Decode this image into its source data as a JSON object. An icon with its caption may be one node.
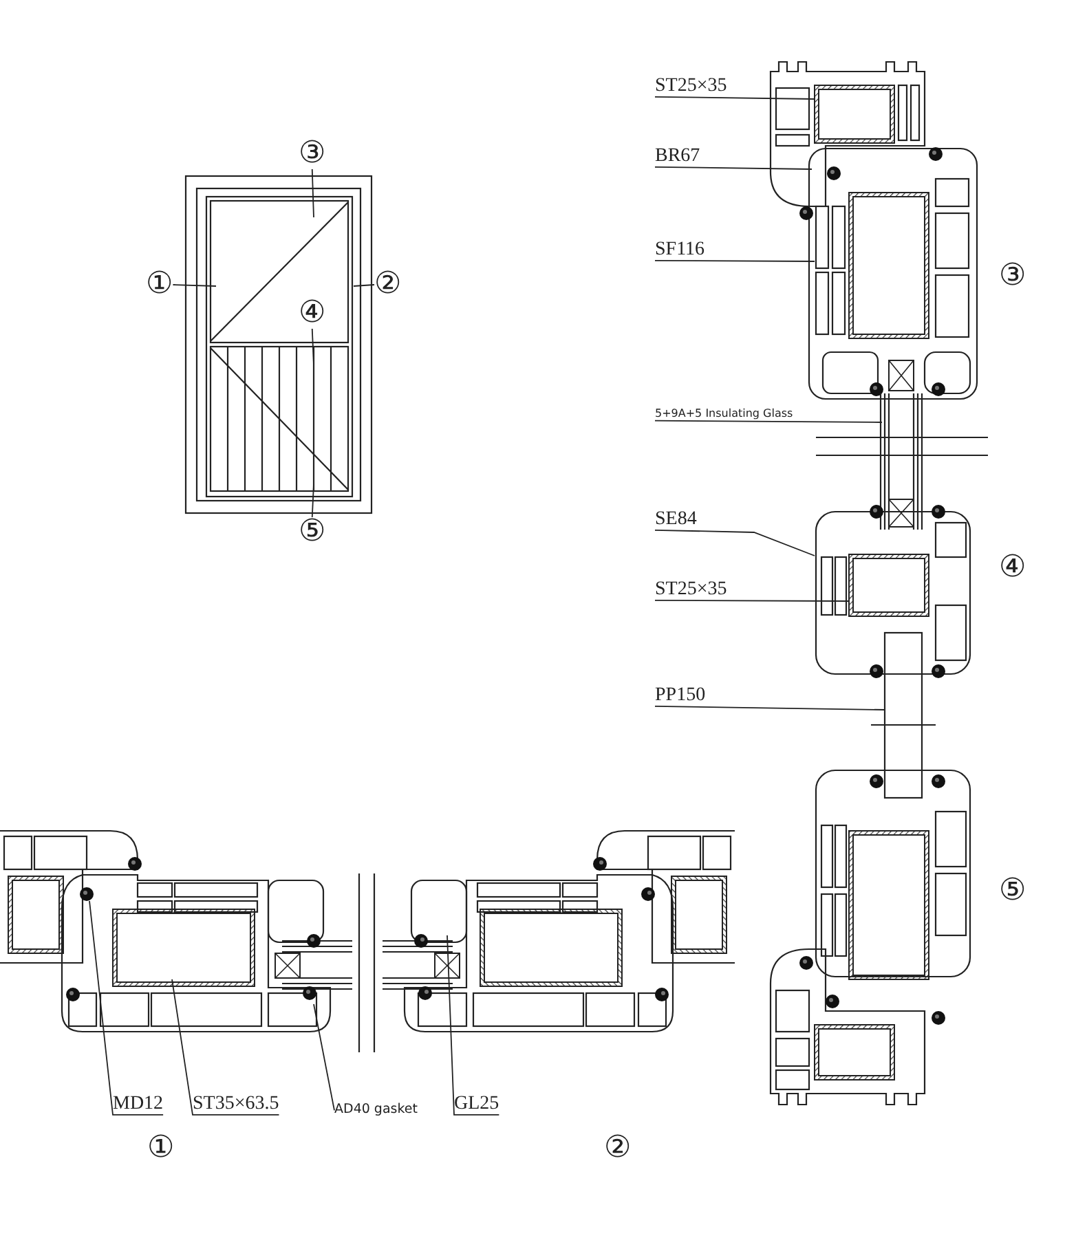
{
  "diagram": {
    "nodes": [
      {
        "text": [
          "③"
        ]
      },
      {
        "text": [
          "①"
        ]
      },
      {
        "text": [
          "②"
        ]
      },
      {
        "text": [
          "④"
        ]
      },
      {
        "text": [
          "⑤"
        ]
      },
      {
        "text": [
          "ST25×35"
        ]
      },
      {
        "text": [
          "BR67"
        ]
      },
      {
        "text": [
          "SF116"
        ]
      },
      {
        "text": [
          "5+9A+5 Insulating Glass"
        ]
      },
      {
        "text": [
          "SE84"
        ]
      },
      {
        "text": [
          "ST25×35"
        ]
      },
      {
        "text": [
          "PP150"
        ]
      },
      {
        "text": [
          "MD12"
        ]
      },
      {
        "text": [
          "ST35×63.5"
        ]
      },
      {
        "text": [
          "AD40 gasket"
        ]
      },
      {
        "text": [
          "GL25"
        ]
      }
    ],
    "edges": [
      {
        "from": 0,
        "to": null,
        "arrow": "none"
      },
      {
        "from": 1,
        "to": null,
        "arrow": "none"
      },
      {
        "from": 2,
        "to": null,
        "arrow": "none"
      },
      {
        "from": 3,
        "to": null,
        "arrow": "none"
      },
      {
        "from": 4,
        "to": null,
        "arrow": "none"
      },
      {
        "from": 5,
        "to": null,
        "arrow": "none"
      },
      {
        "from": 6,
        "to": null,
        "arrow": "none"
      },
      {
        "from": 7,
        "to": null,
        "arrow": "none"
      },
      {
        "from": 8,
        "to": null,
        "arrow": "none"
      },
      {
        "from": 9,
        "to": null,
        "arrow": "none"
      },
      {
        "from": 10,
        "to": null,
        "arrow": "none"
      },
      {
        "from": 11,
        "to": null,
        "arrow": "none"
      },
      {
        "from": 12,
        "to": null,
        "arrow": "none"
      },
      {
        "from": 13,
        "to": null,
        "arrow": "none"
      },
      {
        "from": 14,
        "to": null,
        "arrow": "none"
      },
      {
        "from": 15,
        "to": null,
        "arrow": "none"
      }
    ],
    "labels": [
      "③",
      "④",
      "⑤",
      "①",
      "②"
    ]
  }
}
